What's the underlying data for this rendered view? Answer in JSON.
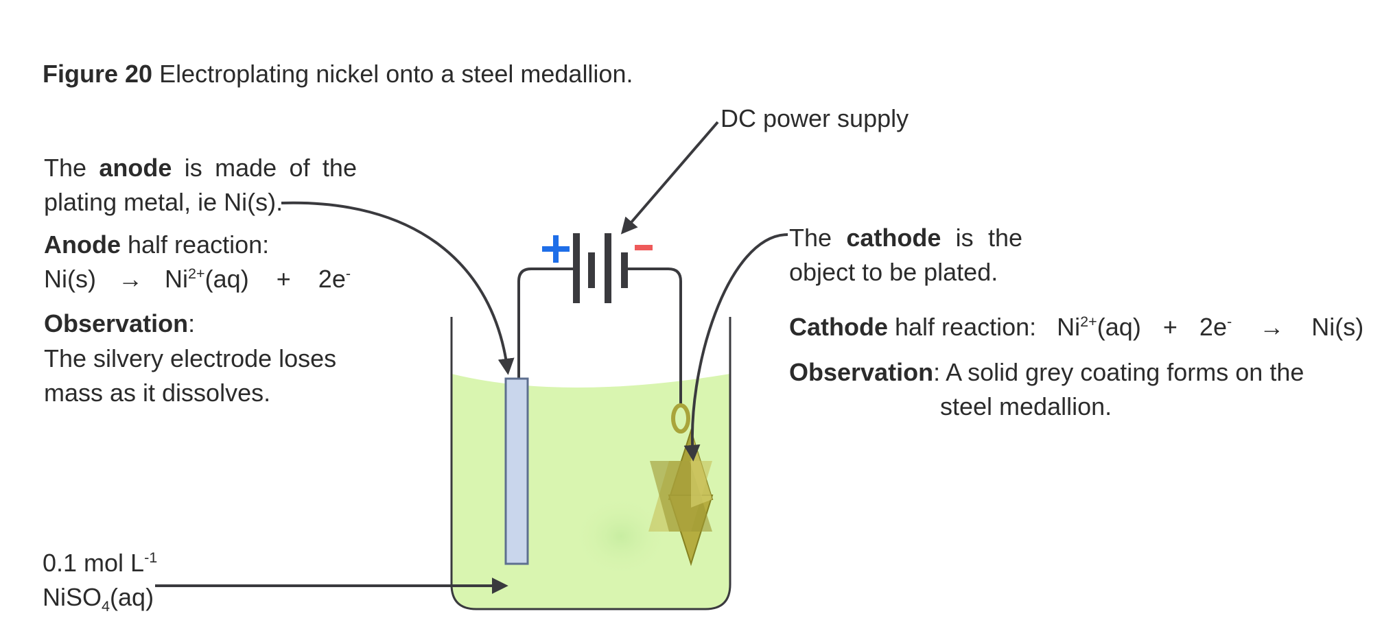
{
  "caption": {
    "label": "Figure 20",
    "text": "Electroplating nickel onto a steel medallion."
  },
  "power_supply": {
    "label": "DC power supply",
    "plus": "+",
    "minus": "-"
  },
  "anode": {
    "desc_pre": "The",
    "desc_bold": "anode",
    "desc_post": "is made of the",
    "desc_line2": "plating metal, ie Ni(s).",
    "half_bold": "Anode",
    "half_rest": "half reaction:",
    "eq_a": "Ni(s)",
    "arrow": "→",
    "eq_b": "Ni",
    "eq_b_sup": "2+",
    "eq_c": "(aq)",
    "plus": "+",
    "eq_d": "2e",
    "eq_d_sup": "-",
    "obs_bold": "Observation",
    "obs_colon": ":",
    "obs_line1": "The silvery electrode loses",
    "obs_line2": "mass as it dissolves."
  },
  "cathode": {
    "desc_pre": "The",
    "desc_bold": "cathode",
    "desc_post": "is the",
    "desc_line2": "object to be plated.",
    "half_bold": "Cathode",
    "half_rest": "half reaction:",
    "eq_a": "Ni",
    "eq_a_sup": "2+",
    "eq_b": "(aq)",
    "plus": "+",
    "eq_c": "2e",
    "eq_c_sup": "-",
    "arrow": "→",
    "eq_d": "Ni(s)",
    "obs_bold": "Observation",
    "obs_colon": ":",
    "obs_line1": "A solid grey coating forms on the",
    "obs_line2": "steel medallion."
  },
  "solution": {
    "line1_pre": "0.1 mol L",
    "line1_sup": "-1",
    "line2_pre": "NiSO",
    "line2_sub": "4",
    "line2_post": "(aq)"
  },
  "colors": {
    "text": "#2b2b2b",
    "line": "#3a3a3e",
    "solution": "#d9f5b0",
    "electrode": "#c9d6ec",
    "electrode_border": "#5d6f8f",
    "medallion": "#a9a43a",
    "plus": "#1e6ee8",
    "minus": "#ee5a5a"
  }
}
